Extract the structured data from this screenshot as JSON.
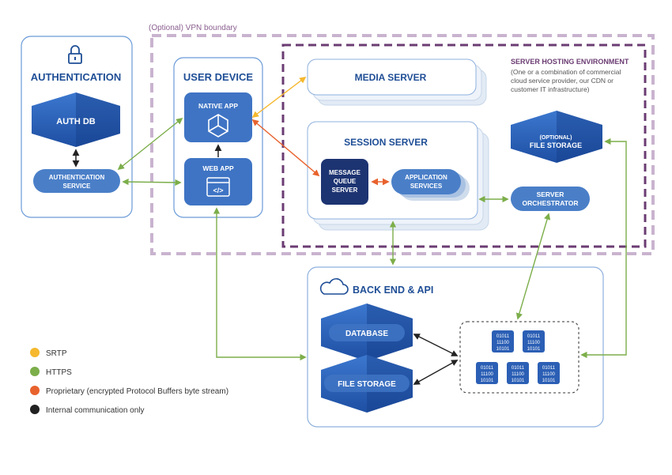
{
  "vpn_label": "(Optional) VPN boundary",
  "authentication": {
    "title": "AUTHENTICATION",
    "db": "AUTH DB",
    "service_line1": "AUTHENTICATION",
    "service_line2": "SERVICE"
  },
  "user_device": {
    "title": "USER DEVICE",
    "native_app": "NATIVE APP",
    "web_app": "WEB APP"
  },
  "media_server": {
    "title": "MEDIA SERVER"
  },
  "hosting": {
    "title": "SERVER HOSTING ENVIRONMENT",
    "desc_line1": "(One or a combination of commercial",
    "desc_line2": "cloud service provider, our CDN or",
    "desc_line3": "customer IT infrastructure)"
  },
  "session_server": {
    "title": "SESSION SERVER",
    "mq_line1": "MESSAGE",
    "mq_line2": "QUEUE",
    "mq_line3": "SERVER",
    "app_line1": "APPLICATION",
    "app_line2": "SERVICES"
  },
  "optional_storage": {
    "line1": "(OPTIONAL)",
    "line2": "FILE STORAGE"
  },
  "orchestrator": {
    "line1": "SERVER",
    "line2": "ORCHESTRATOR"
  },
  "backend": {
    "title": "BACK END & API",
    "database": "DATABASE",
    "file_storage": "FILE STORAGE",
    "binary": "01011"
  },
  "legend": [
    {
      "color": "#f5b82e",
      "label": "SRTP"
    },
    {
      "color": "#7cae4a",
      "label": "HTTPS"
    },
    {
      "color": "#e8622d",
      "label": "Proprietary (encrypted Protocol Buffers byte stream)"
    },
    {
      "color": "#222222",
      "label": "Internal communication only"
    }
  ],
  "colors": {
    "srtp": "#f5b82e",
    "https": "#7cae4a",
    "proprietary": "#e8622d",
    "internal": "#222222",
    "navy": "#1f4e96"
  }
}
